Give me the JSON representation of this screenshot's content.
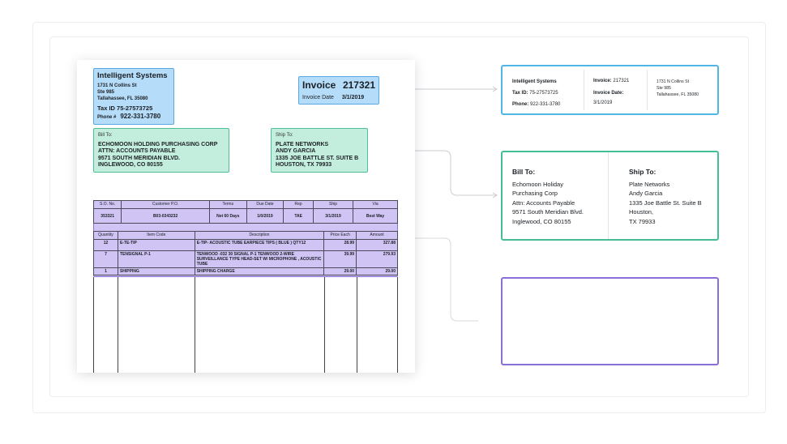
{
  "invoice": {
    "company": {
      "name": "Intelligent Systems",
      "address1": "1731 N Collins St",
      "address2": "Ste 985",
      "address3": "Tallahassee, FL 35080",
      "tax_id": "Tax ID 75-27573725",
      "phone_label": "Phone #",
      "phone": "922-331-3780"
    },
    "header": {
      "invoice_label": "Invoice",
      "invoice_number": "217321",
      "date_label": "Invoice Date",
      "date": "3/1/2019"
    },
    "bill_to": {
      "label": "Bill To:",
      "line1": "ECHOMOON HOLDING PURCHASING CORP",
      "line2": "ATTN: ACCOUNTS PAYABLE",
      "line3": "9571 SOUTH MERIDIAN BLVD.",
      "line4": "INGLEWOOD, CO 80155"
    },
    "ship_to": {
      "label": "Ship To:",
      "line1": "PLATE NETWORKS",
      "line2": "ANDY GARCIA",
      "line3": "1335 JOE BATTLE ST. SUITE B",
      "line4": "HOUSTON, TX 79933"
    },
    "order_headers": [
      "S.O. No.",
      "Customer P.O.",
      "Terms",
      "Due Date",
      "Rep",
      "Ship",
      "Via"
    ],
    "order_values": [
      "353321",
      "B03-0343232",
      "Net 60 Days",
      "1/0/2019",
      "TAE",
      "3/1/2019",
      "Best Way"
    ],
    "line_headers": [
      "Quantity",
      "Item Code",
      "Description",
      "Price Each",
      "Amount"
    ],
    "lines": [
      {
        "qty": "12",
        "code": "E-TE-TIP",
        "desc": "E-TIP- ACOUSTIC TUBE EARPIECE TIPS ( BLUE ) QTY12",
        "price": "28.99",
        "amount": "327.88"
      },
      {
        "qty": "7",
        "code": "TENSIGNAL P-1",
        "desc": "TENWOOD -032 30 SIGNAL P-1 TENWOOD 2-WIRE SURVEILLANCE TYPE HEAD-SET W/ MICROPHONE , ACOUSTIC TUBE",
        "price": "39.99",
        "amount": "279.93"
      },
      {
        "qty": "1",
        "code": "SHIPPING",
        "desc": "SHIPPING CHARGE",
        "price": "29.00",
        "amount": "29.00"
      }
    ]
  },
  "extracted": {
    "card1": {
      "company": "Intelligent Systems",
      "tax_label": "Tax ID:",
      "tax_value": "75-27573725",
      "phone_label": "Phone:",
      "phone_value": "922-331-3780",
      "invoice_label": "Invoice:",
      "invoice_value": "217321",
      "date_label": "Invoice Date:",
      "date_value": "3/1/2019",
      "addr1": "1731 N Collins St",
      "addr2": "Ste 985",
      "addr3": "Tallahassee, FL 35080"
    },
    "card2": {
      "bill_title": "Bill To:",
      "bill_lines": [
        "Echomoon Holiday",
        "Purchasing Corp",
        "Attn: Accounts Payable",
        "9571 South Meridian Blvd.",
        "Inglewood, CO 80155"
      ],
      "ship_title": "Ship To:",
      "ship_lines": [
        "Plate Networks",
        "Andy Garcia",
        "1335 Joe Battle St. Suite B",
        "Houston,",
        "TX 79933"
      ]
    }
  },
  "colors": {
    "blue_highlight": "#b5dcf9",
    "green_highlight": "#c3eddc",
    "purple_highlight": "#cfc4f4",
    "blue_border": "#4fb6e6",
    "green_border": "#43bf93",
    "purple_border": "#8a6fdb"
  }
}
